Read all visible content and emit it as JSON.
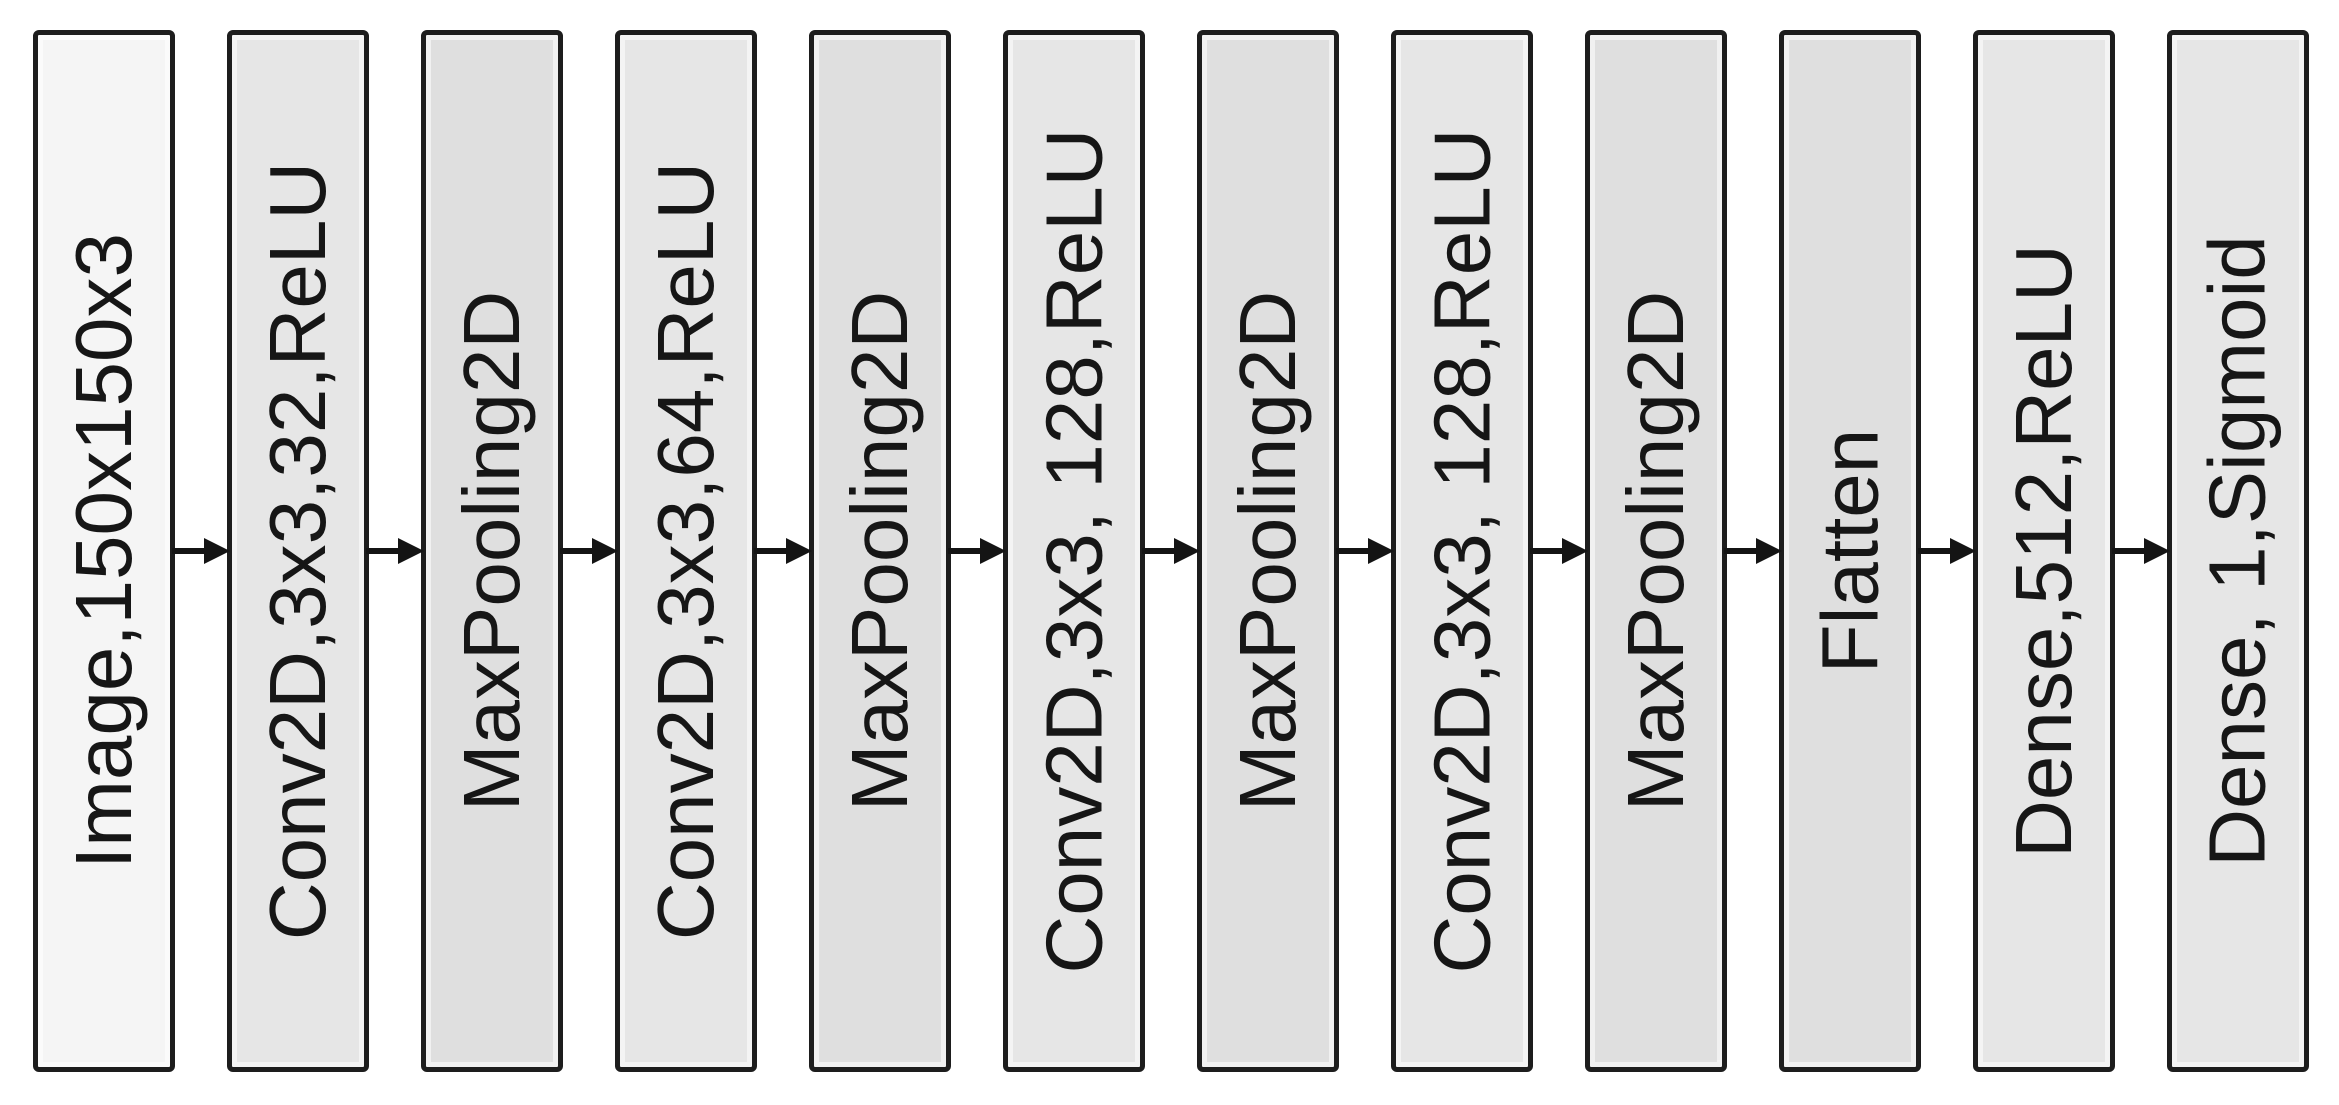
{
  "diagram": {
    "title_semantic": "CNN architecture flow diagram",
    "colors": {
      "background": "#ffffff",
      "box_border": "#1d1d1d",
      "text": "#161616",
      "arrow": "#141414",
      "input_fill": "#f5f5f5",
      "conv_fill": "#e6e6e6",
      "pool_fill": "#dfdfdf",
      "flatten_fill": "#dfdfdf",
      "dense_fill": "#e6e6e6"
    },
    "layers": [
      {
        "label": "Image,150x150x3",
        "type": "input",
        "fill": "#f5f5f5"
      },
      {
        "label": "Conv2D,3x3,32,ReLU",
        "type": "conv",
        "fill": "#e6e6e6"
      },
      {
        "label": "MaxPooling2D",
        "type": "pool",
        "fill": "#dfdfdf"
      },
      {
        "label": "Conv2D,3x3,64,ReLU",
        "type": "conv",
        "fill": "#e6e6e6"
      },
      {
        "label": "MaxPooling2D",
        "type": "pool",
        "fill": "#dfdfdf"
      },
      {
        "label": "Conv2D,3x3, 128,ReLU",
        "type": "conv",
        "fill": "#e6e6e6"
      },
      {
        "label": "MaxPooling2D",
        "type": "pool",
        "fill": "#dfdfdf"
      },
      {
        "label": "Conv2D,3x3, 128,ReLU",
        "type": "conv",
        "fill": "#e6e6e6"
      },
      {
        "label": "MaxPooling2D",
        "type": "pool",
        "fill": "#dfdfdf"
      },
      {
        "label": "Flatten",
        "type": "flatten",
        "fill": "#dfdfdf"
      },
      {
        "label": "Dense,512,ReLU",
        "type": "dense",
        "fill": "#e6e6e6"
      },
      {
        "label": "Dense, 1,Sigmoid",
        "type": "dense",
        "fill": "#e6e6e6"
      }
    ],
    "arrow_count": 11
  }
}
